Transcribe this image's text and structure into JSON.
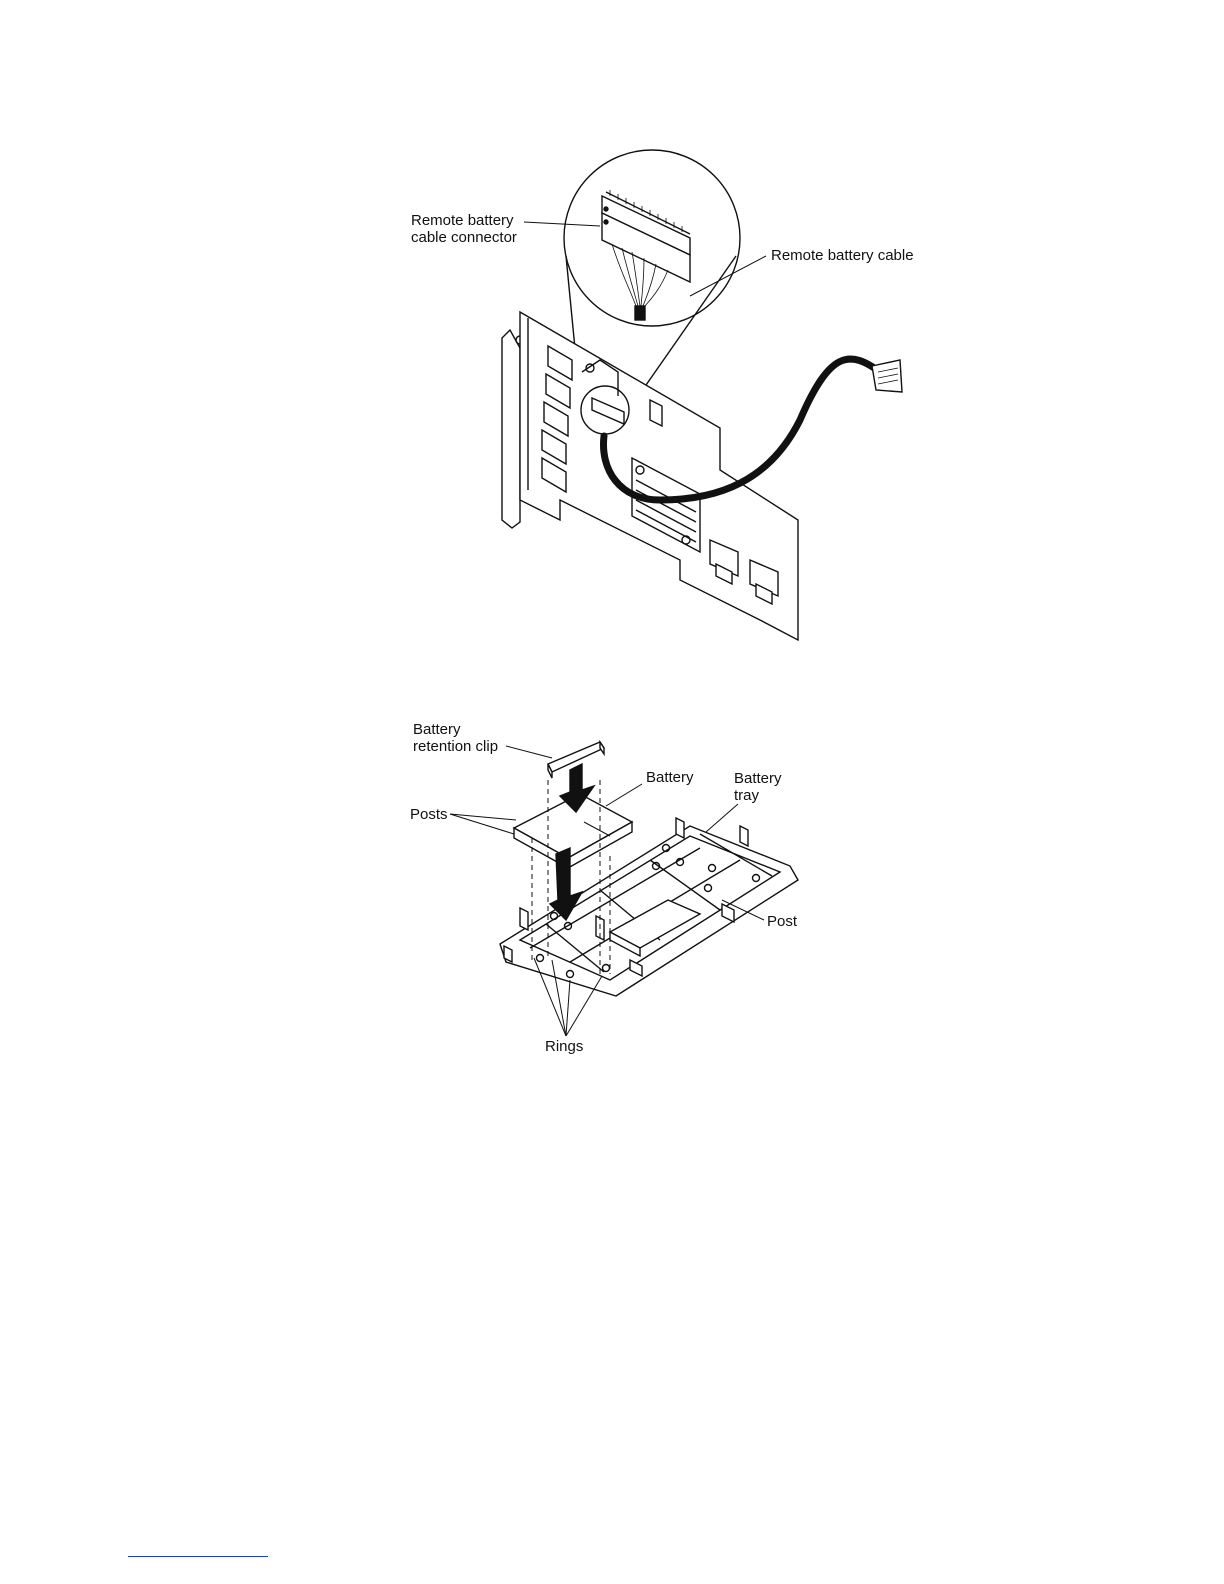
{
  "figure1": {
    "callouts": {
      "remote_battery_cable_connector": "Remote battery\ncable connector",
      "remote_battery_cable": "Remote battery cable"
    }
  },
  "figure2": {
    "callouts": {
      "battery_retention_clip": "Battery\nretention clip",
      "battery": "Battery",
      "battery_tray": "Battery\ntray",
      "posts": "Posts",
      "post": "Post",
      "rings": "Rings"
    }
  },
  "colors": {
    "line": "#111111",
    "footnote_rule": "#1a3fd6"
  }
}
